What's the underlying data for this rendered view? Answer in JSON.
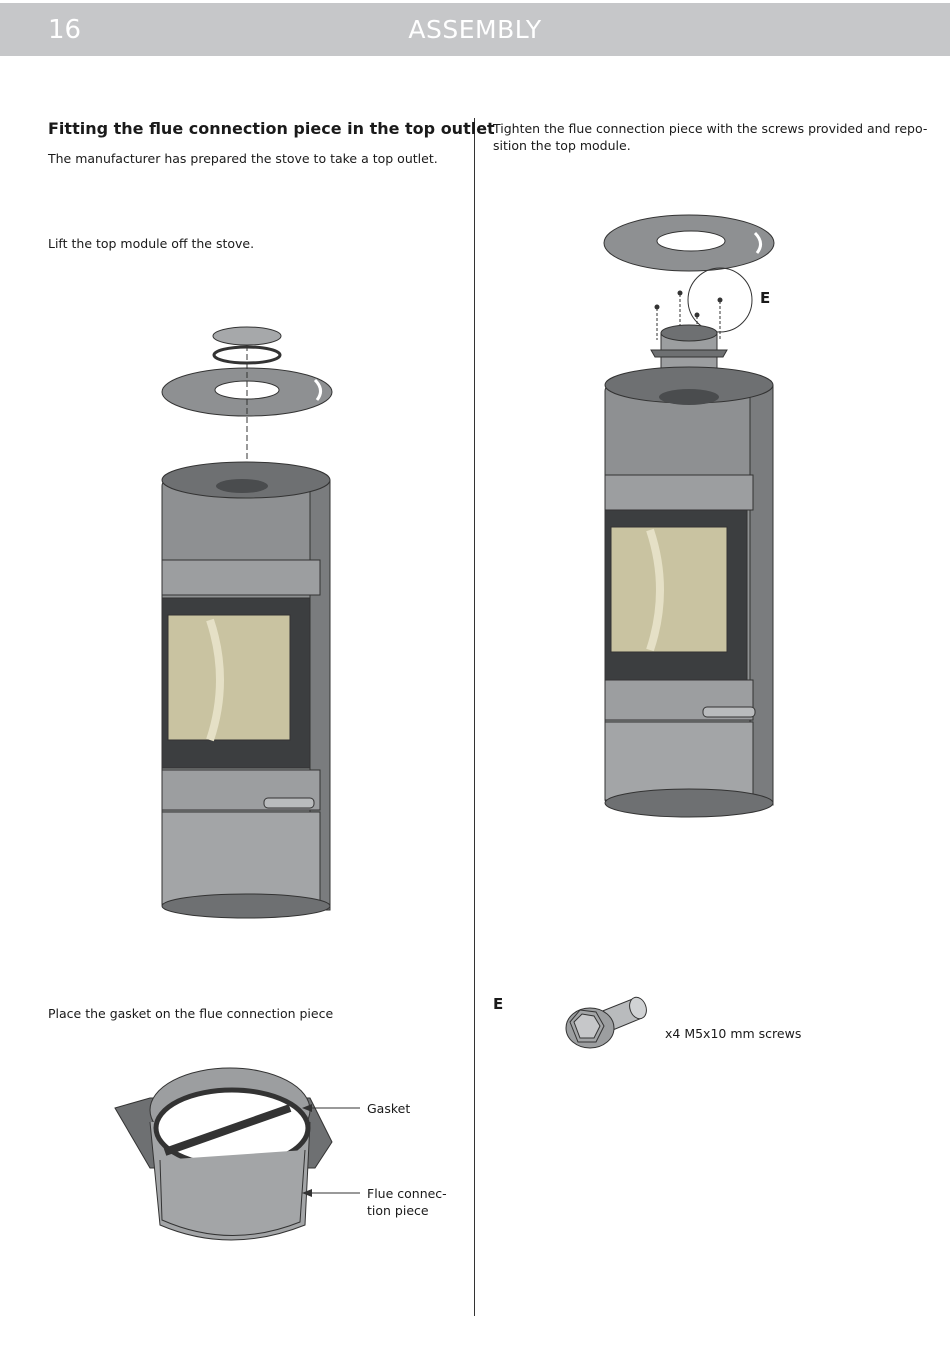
{
  "header": {
    "page_number": "16",
    "title": "ASSEMBLY"
  },
  "left": {
    "heading": "Fitting the flue connection piece in the top outlet",
    "intro": "The manufacturer has prepared the stove to take a top outlet.",
    "step_lift": "Lift the top module off the stove.",
    "step_gasket": "Place the gasket on the flue connection piece",
    "label_gasket": "Gasket",
    "label_flue_line1": "Flue connec-",
    "label_flue_line2": "tion piece"
  },
  "right": {
    "step_tighten_line1": "Tighten the flue connection piece with the screws provided and repo-",
    "step_tighten_line2": "sition the top module.",
    "detail_marker": "E",
    "detail_heading": "E",
    "screws_label": "x4 M5x10 mm screws"
  },
  "colors": {
    "header_bg": "#c6c7c9",
    "stove_body": "#8e9092",
    "stove_dark": "#4a4c4e",
    "glass": "#c9c3a1"
  }
}
